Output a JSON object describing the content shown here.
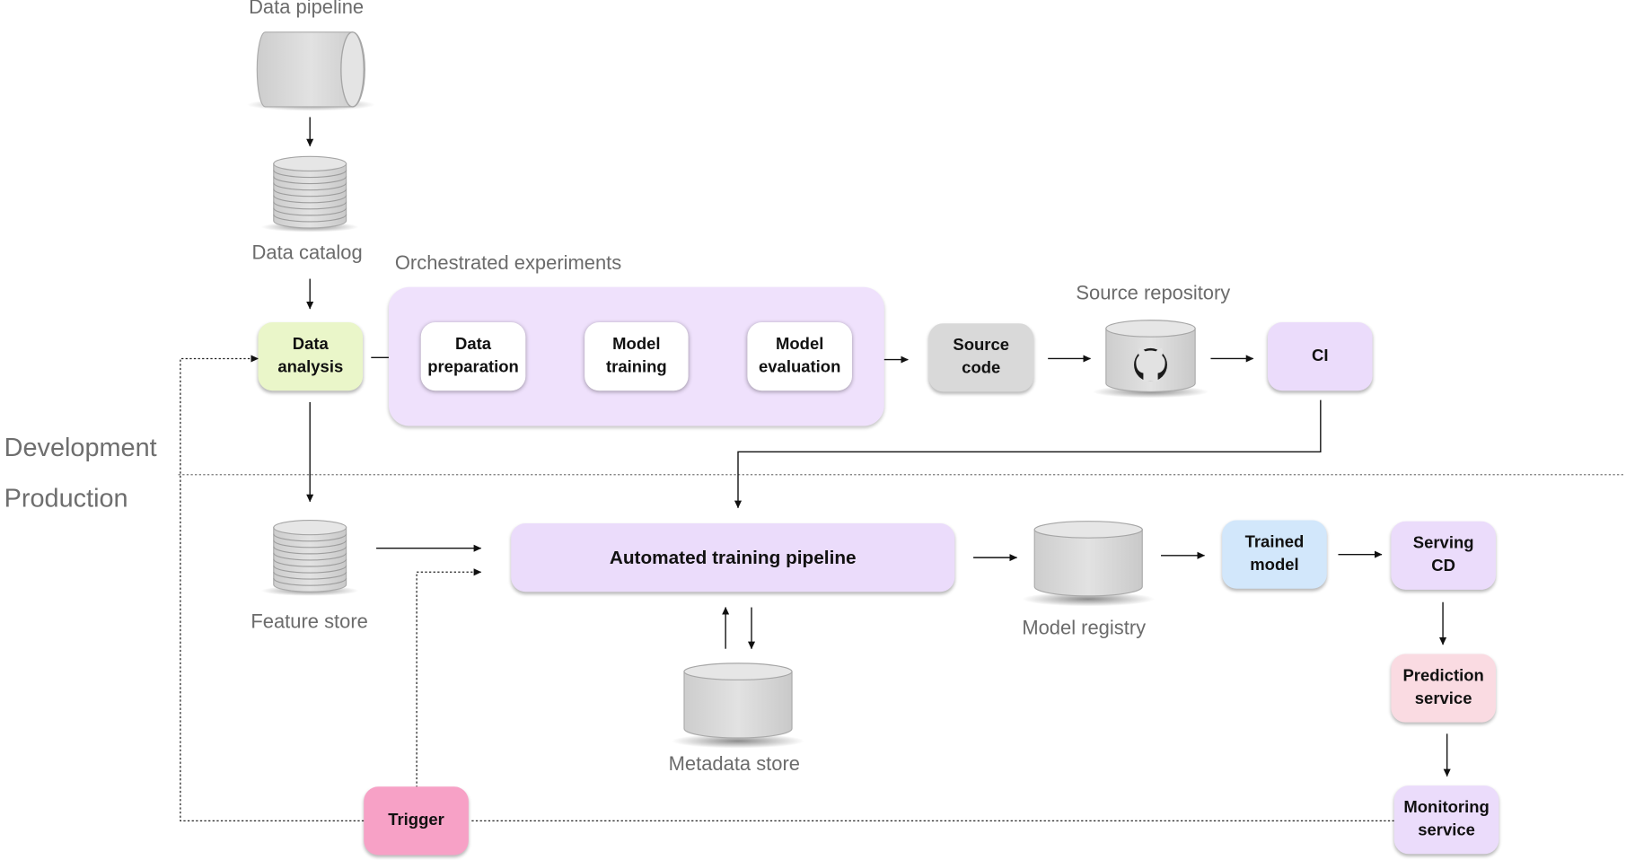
{
  "sections": {
    "development": "Development",
    "production": "Production"
  },
  "labels": {
    "data_pipeline": "Data pipeline",
    "data_catalog": "Data catalog",
    "orchestrated_experiments": "Orchestrated experiments",
    "source_repository": "Source repository",
    "feature_store": "Feature store",
    "model_registry": "Model registry",
    "metadata_store": "Metadata store"
  },
  "nodes": {
    "data_analysis": [
      "Data",
      "analysis"
    ],
    "data_preparation": [
      "Data",
      "preparation"
    ],
    "model_training": [
      "Model",
      "training"
    ],
    "model_evaluation": [
      "Model",
      "evaluation"
    ],
    "source_code": [
      "Source",
      "code"
    ],
    "ci": "CI",
    "automated_training_pipeline": "Automated training pipeline",
    "trained_model": [
      "Trained",
      "model"
    ],
    "serving_cd": [
      "Serving",
      "CD"
    ],
    "prediction_service": [
      "Prediction",
      "service"
    ],
    "monitoring_service": [
      "Monitoring",
      "service"
    ],
    "trigger": "Trigger"
  },
  "icons": {
    "data_pipeline": "pipe-icon",
    "data_catalog": "disk-stack-icon",
    "source_repository": "github-icon",
    "feature_store": "disk-stack-icon",
    "model_registry": "database-icon",
    "metadata_store": "database-icon"
  },
  "colors": {
    "data_analysis": "#eaf6c9",
    "experiments_panel": "#efe1fc",
    "pipeline_nodes": "#ebdcfb",
    "source_code": "#d9d9d9",
    "trained_model": "#d2e7fb",
    "prediction_service": "#fadbe2",
    "trigger": "#f7a1c6",
    "storage": "#d8d8d8"
  }
}
